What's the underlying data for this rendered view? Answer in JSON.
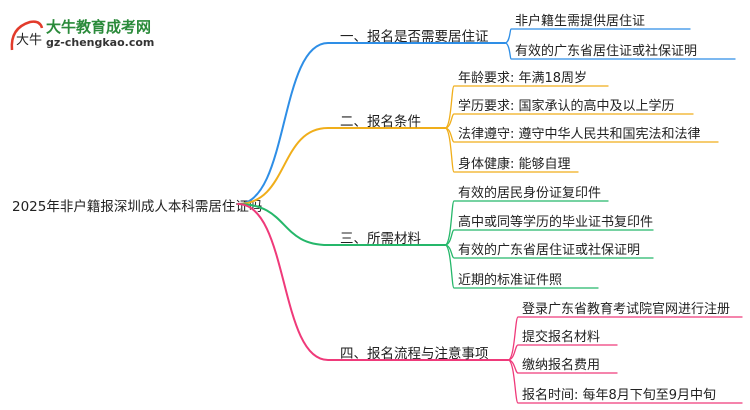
{
  "logo": {
    "title": "大牛教育成考网",
    "url": "gz-chengkao.com",
    "glyph": "大牛"
  },
  "root": "2025年非户籍报深圳成人本科需居住证吗",
  "branches": [
    {
      "label": "一、报名是否需要居住证",
      "color": "#2e8ee6",
      "children": [
        "非户籍生需提供居住证",
        "有效的广东省居住证或社保证明"
      ]
    },
    {
      "label": "二、报名条件",
      "color": "#f0ae1a",
      "children": [
        "年龄要求: 年满18周岁",
        "学历要求: 国家承认的高中及以上学历",
        "法律遵守: 遵守中华人民共和国宪法和法律",
        "身体健康: 能够自理"
      ]
    },
    {
      "label": "三、所需材料",
      "color": "#25b76a",
      "children": [
        "有效的居民身份证复印件",
        "高中或同等学历的毕业证书复印件",
        "有效的广东省居住证或社保证明",
        "近期的标准证件照"
      ]
    },
    {
      "label": "四、报名流程与注意事项",
      "color": "#ef3a7a",
      "children": [
        "登录广东省教育考试院官网进行注册",
        "提交报名材料",
        "缴纳报名费用",
        "报名时间: 每年8月下旬至9月中旬"
      ]
    }
  ]
}
